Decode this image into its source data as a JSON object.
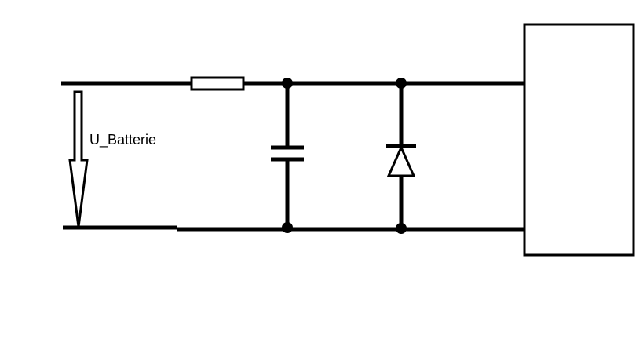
{
  "diagram": {
    "voltage_label": "U_Batterie",
    "colors": {
      "background": "#ffffff",
      "line": "#000000"
    },
    "components": [
      "resistor",
      "capacitor",
      "diode",
      "load-box"
    ]
  }
}
